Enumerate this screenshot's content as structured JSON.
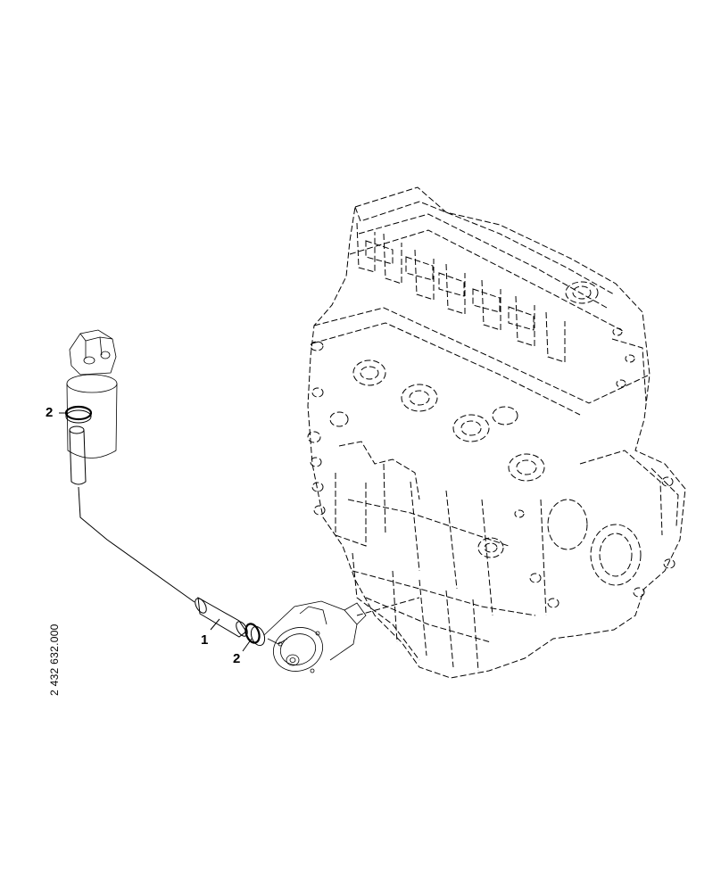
{
  "callouts": {
    "item_2_top": "2",
    "item_1": "1",
    "item_2_bottom": "2"
  },
  "drawing_number": "2 432 632.000"
}
